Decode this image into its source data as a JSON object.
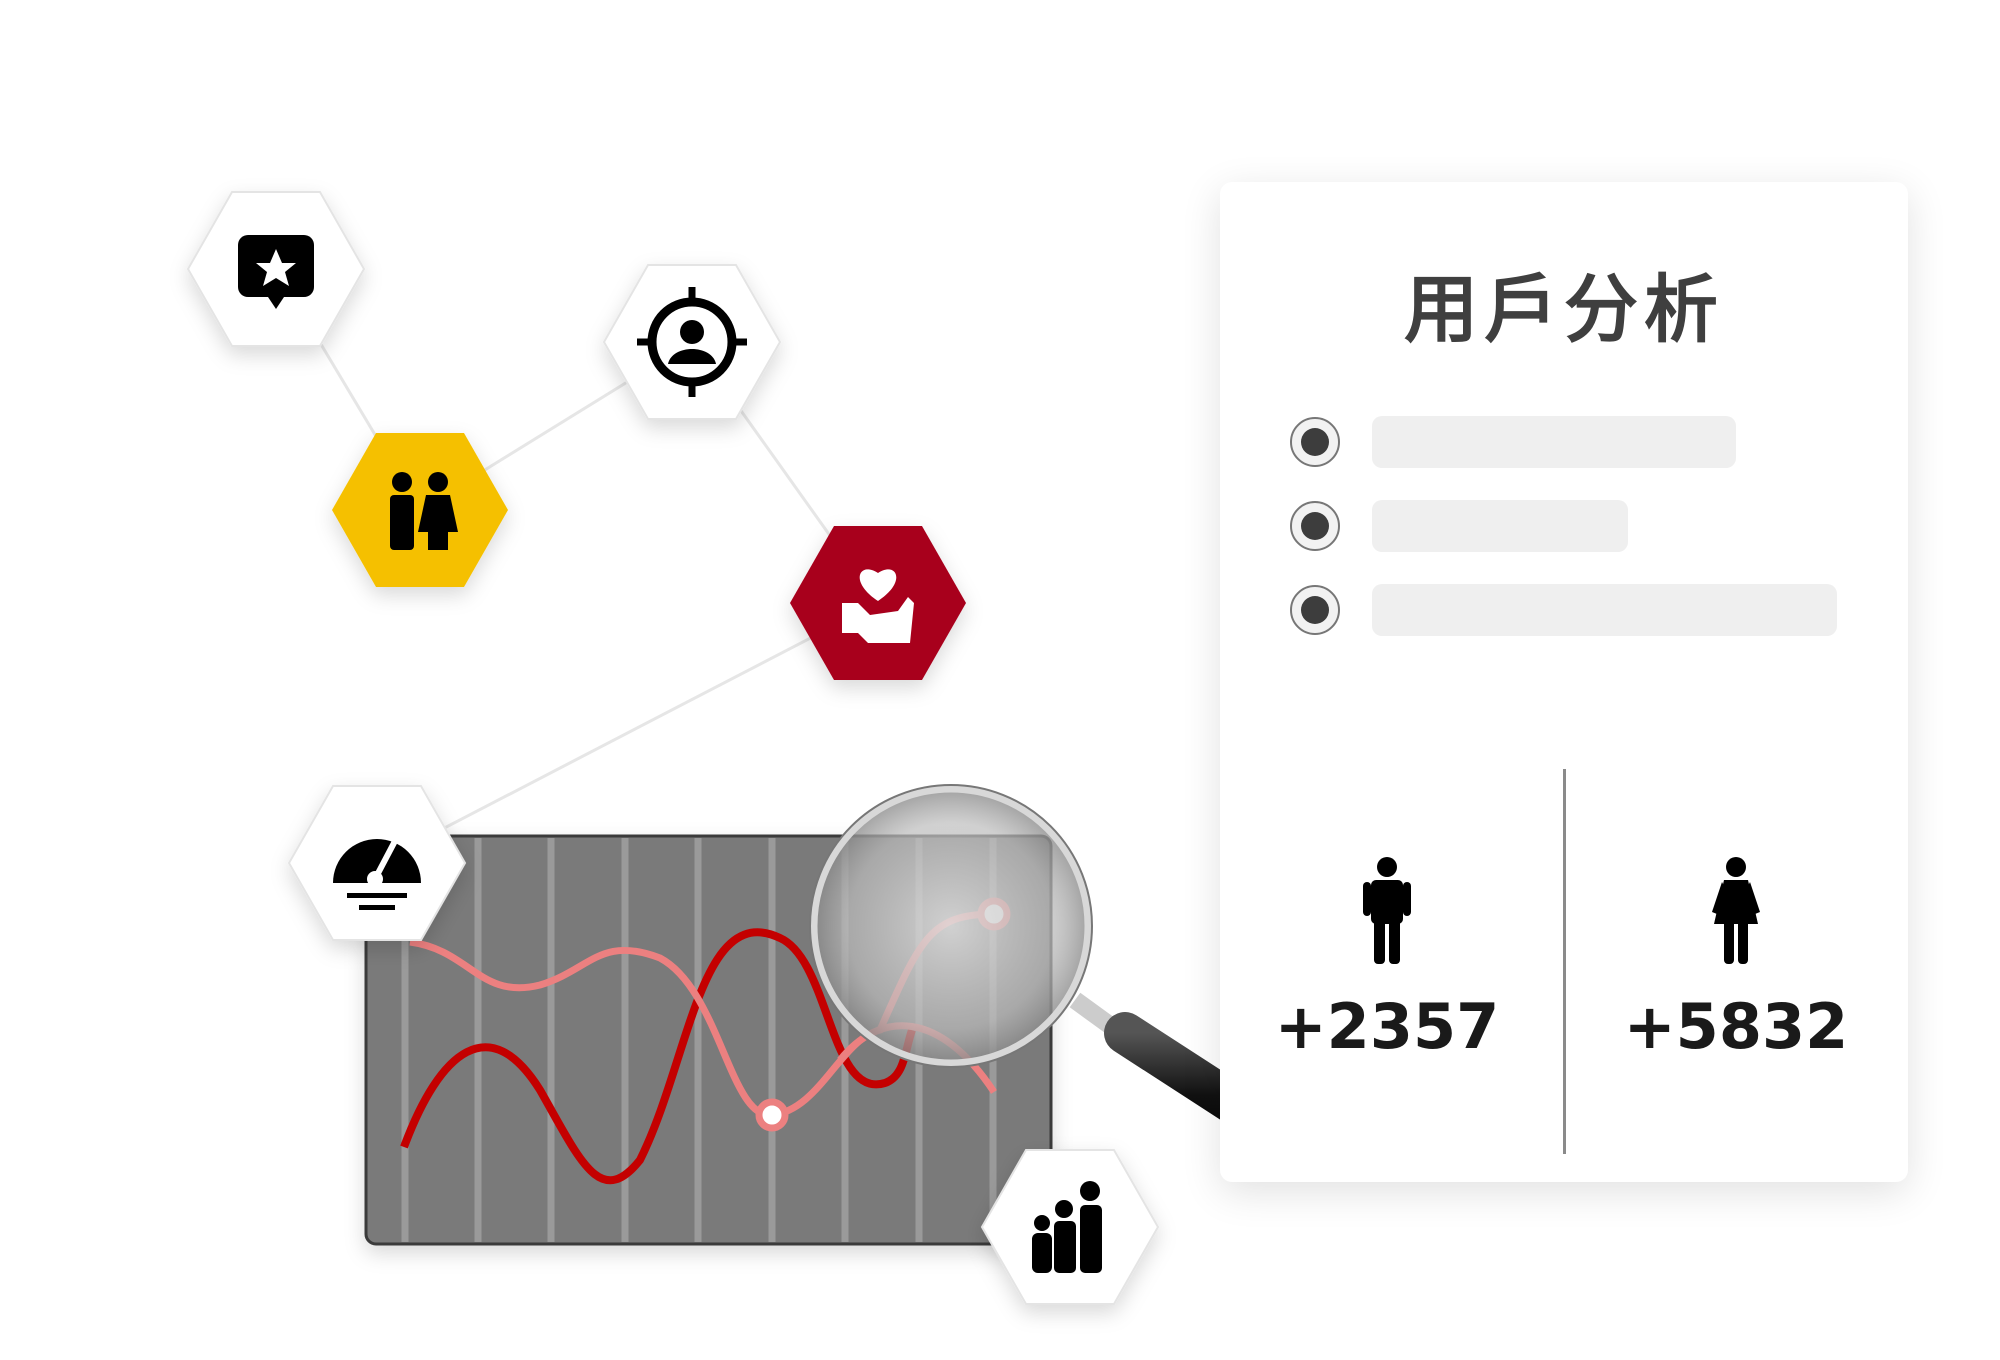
{
  "panel": {
    "title": "用戶分析",
    "options": [
      {
        "selected": true
      },
      {
        "selected": true
      },
      {
        "selected": true
      }
    ]
  },
  "stats": {
    "male": {
      "icon": "male-person-icon",
      "value": "+2357"
    },
    "female": {
      "icon": "female-person-icon",
      "value": "+5832"
    }
  },
  "colors": {
    "accent_yellow": "#f5c000",
    "accent_red": "#a8001e",
    "chart_bg": "#7a7a7a",
    "line_dark": "#c40000",
    "line_light": "#ec8080"
  },
  "hex_icons": [
    "star-message-icon",
    "couple-icon",
    "target-user-icon",
    "heart-hand-icon",
    "gauge-icon",
    "family-icon"
  ]
}
